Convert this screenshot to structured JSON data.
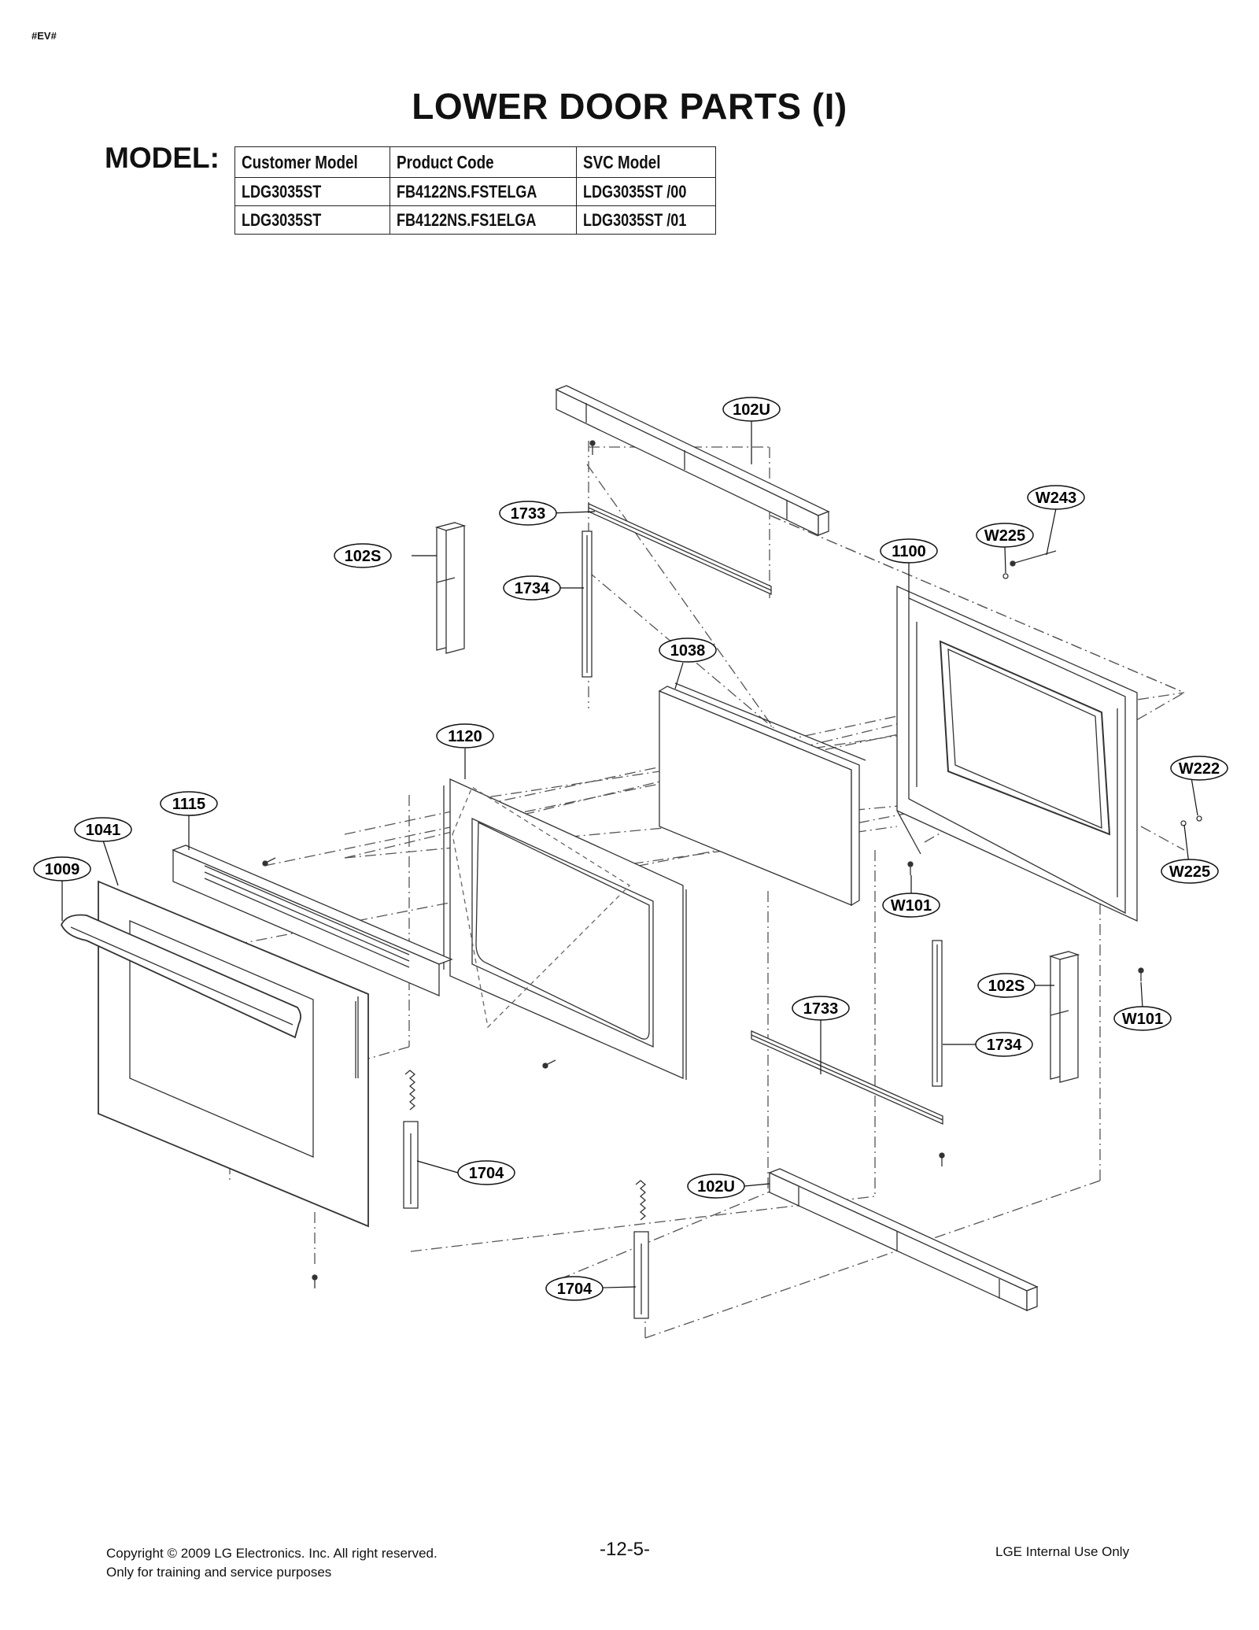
{
  "header": {
    "tag": "#EV#",
    "title": "LOWER DOOR PARTS (I)"
  },
  "model": {
    "label": "MODEL:",
    "columns": [
      "Customer Model",
      "Product Code",
      "SVC Model"
    ],
    "rows": [
      [
        "LDG3035ST",
        "FB4122NS.FSTELGA",
        "LDG3035ST /00"
      ],
      [
        "LDG3035ST",
        "FB4122NS.FS1ELGA",
        "LDG3035ST /01"
      ]
    ]
  },
  "callouts": [
    "102U",
    "W243",
    "1733",
    "W225",
    "1100",
    "102S",
    "1734",
    "1038",
    "1120",
    "W222",
    "1115",
    "1041",
    "1009",
    "W225",
    "W101",
    "102S",
    "1733",
    "W101",
    "1734",
    "1704",
    "102U",
    "1704"
  ],
  "footer": {
    "copyright": "Copyright © 2009 LG Electronics. Inc. All right reserved.",
    "training": "Only for training and service purposes",
    "page": "-12-5-",
    "internal": "LGE Internal Use Only"
  }
}
